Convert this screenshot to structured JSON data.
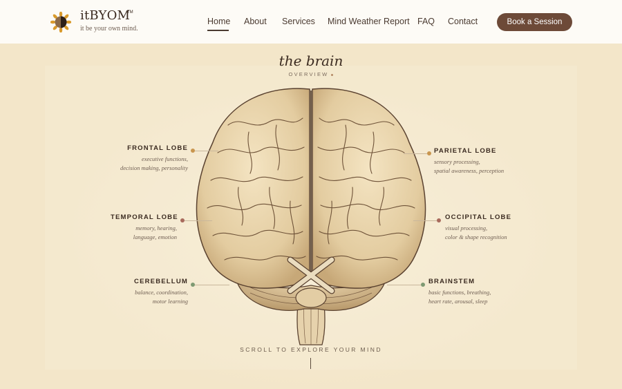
{
  "header": {
    "brand_name": "itBYOM",
    "brand_tm": "TM",
    "brand_tagline": "it be your own mind.",
    "nav": [
      {
        "label": "Home"
      },
      {
        "label": "About"
      },
      {
        "label": "Services"
      },
      {
        "label": "Mind Weather Report"
      },
      {
        "label": "FAQ"
      },
      {
        "label": "Contact"
      }
    ],
    "active_nav": "Home",
    "cta_label": "Book a Session"
  },
  "hero": {
    "title": "the brain",
    "subtitle": "OVERVIEW",
    "scroll_hint": "SCROLL TO EXPLORE YOUR MIND"
  },
  "regions": {
    "frontal": {
      "name": "FRONTAL LOBE",
      "desc1": "executive functions,",
      "desc2": "decision making, personality",
      "color": "#c9964f"
    },
    "parietal": {
      "name": "PARIETAL LOBE",
      "desc1": "sensory processing,",
      "desc2": "spatial awareness, perception",
      "color": "#c9964f"
    },
    "temporal": {
      "name": "TEMPORAL LOBE",
      "desc1": "memory, hearing,",
      "desc2": "language, emotion",
      "color": "#a86a5c"
    },
    "occipital": {
      "name": "OCCIPITAL LOBE",
      "desc1": "visual processing,",
      "desc2": "color & shape recognition",
      "color": "#a86a5c"
    },
    "cerebellum": {
      "name": "CEREBELLUM",
      "desc1": "balance, coordination,",
      "desc2": "motor learning",
      "color": "#7e9a72"
    },
    "brainstem": {
      "name": "BRAINSTEM",
      "desc1": "basic functions, breathing,",
      "desc2": "heart rate, arousal, sleep",
      "color": "#7e9a72"
    }
  },
  "colors": {
    "accent_brown": "#6d4a38",
    "background": "#f3e6c9",
    "header_bg": "#fdfbf6"
  }
}
